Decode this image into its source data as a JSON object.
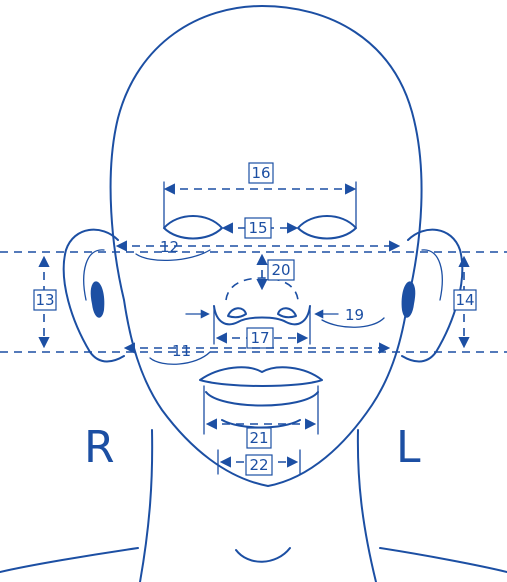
{
  "side_labels": {
    "right": "R",
    "left": "L"
  },
  "measurements": [
    {
      "id": "m11",
      "number": "11"
    },
    {
      "id": "m12",
      "number": "12"
    },
    {
      "id": "m13",
      "number": "13"
    },
    {
      "id": "m14",
      "number": "14"
    },
    {
      "id": "m15",
      "number": "15"
    },
    {
      "id": "m16",
      "number": "16"
    },
    {
      "id": "m17",
      "number": "17"
    },
    {
      "id": "m19",
      "number": "19"
    },
    {
      "id": "m20",
      "number": "20"
    },
    {
      "id": "m21",
      "number": "21"
    },
    {
      "id": "m22",
      "number": "22"
    }
  ],
  "colors": {
    "line": "#1c4fa3",
    "background": "#ffffff"
  }
}
